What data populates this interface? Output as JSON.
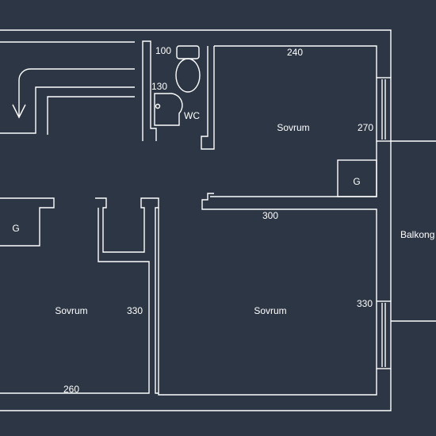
{
  "rooms": [
    {
      "id": "sovrum-ne",
      "label": "Sovrum"
    },
    {
      "id": "sovrum-sw",
      "label": "Sovrum"
    },
    {
      "id": "sovrum-se",
      "label": "Sovrum"
    },
    {
      "id": "wc",
      "label": "WC"
    },
    {
      "id": "balkong",
      "label": "Balkong"
    }
  ],
  "closets": [
    {
      "id": "closet-ne",
      "label": "G"
    },
    {
      "id": "closet-w",
      "label": "G"
    }
  ],
  "dimensions": {
    "wc_upper": "100",
    "wc_lower": "130",
    "sovrum_ne_width": "240",
    "sovrum_ne_depth": "270",
    "sovrum_se_width": "300",
    "sovrum_se_depth": "330",
    "sovrum_sw_depth": "330",
    "sovrum_sw_width": "260"
  },
  "colors": {
    "background": "#2d3644",
    "lines": "#ffffff"
  }
}
